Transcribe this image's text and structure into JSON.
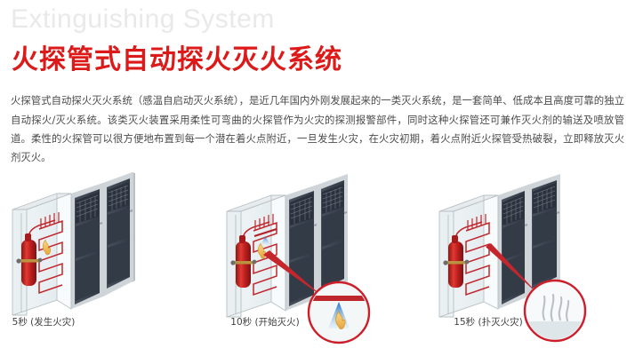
{
  "header": {
    "watermark": "Extinguishing System",
    "title": "火探管式自动探火灭火系统",
    "title_color": "#dd1a1a",
    "watermark_color": "#e9e9e9"
  },
  "body": {
    "paragraph": "火探管式自动探火灭火系统（感温自启动灭火系统），是近几年国内外刚发展起来的一类灭火系统，是一套简单、低成本且高度可靠的独立自动探火/灭火系统。该类灭火装置采用柔性可弯曲的火探管作为火灾的探测报警部件，同时这种火探管还可兼作灭火剂的输送及喷放管道。柔性的火探管可以很方便地布置到每一个潜在着火点附近，一旦发生火灾，在火灾初期，着火点附近火探管受热破裂，立即释放灭火剂灭火。",
    "text_color": "#4c4c4c"
  },
  "figures": [
    {
      "id": "stage-1",
      "caption": "5秒 (发生火灾)",
      "has_callout": false,
      "callout_icon": "flame-icon",
      "cylinder_color": "#cc2222",
      "tube_color": "#c0272d"
    },
    {
      "id": "stage-2",
      "caption": "10秒 (开始灭火)",
      "has_callout": true,
      "callout_icon": "flame-icon",
      "cylinder_color": "#cc2222",
      "tube_color": "#c0272d"
    },
    {
      "id": "stage-3",
      "caption": "15秒 (扑灭火灾)",
      "has_callout": true,
      "callout_icon": "smoke-icon",
      "cylinder_color": "#cc2222",
      "tube_color": "#c0272d"
    }
  ],
  "palette": {
    "background": "#ffffff",
    "rack_dark": "#3c4350",
    "rack_frame": "#c9cdd2",
    "cabinet_glass": "#eef3f4",
    "callout_ring": "#cc1f2a",
    "spray_blue": "#2f7fd0",
    "flame_orange": "#f0a32a"
  }
}
